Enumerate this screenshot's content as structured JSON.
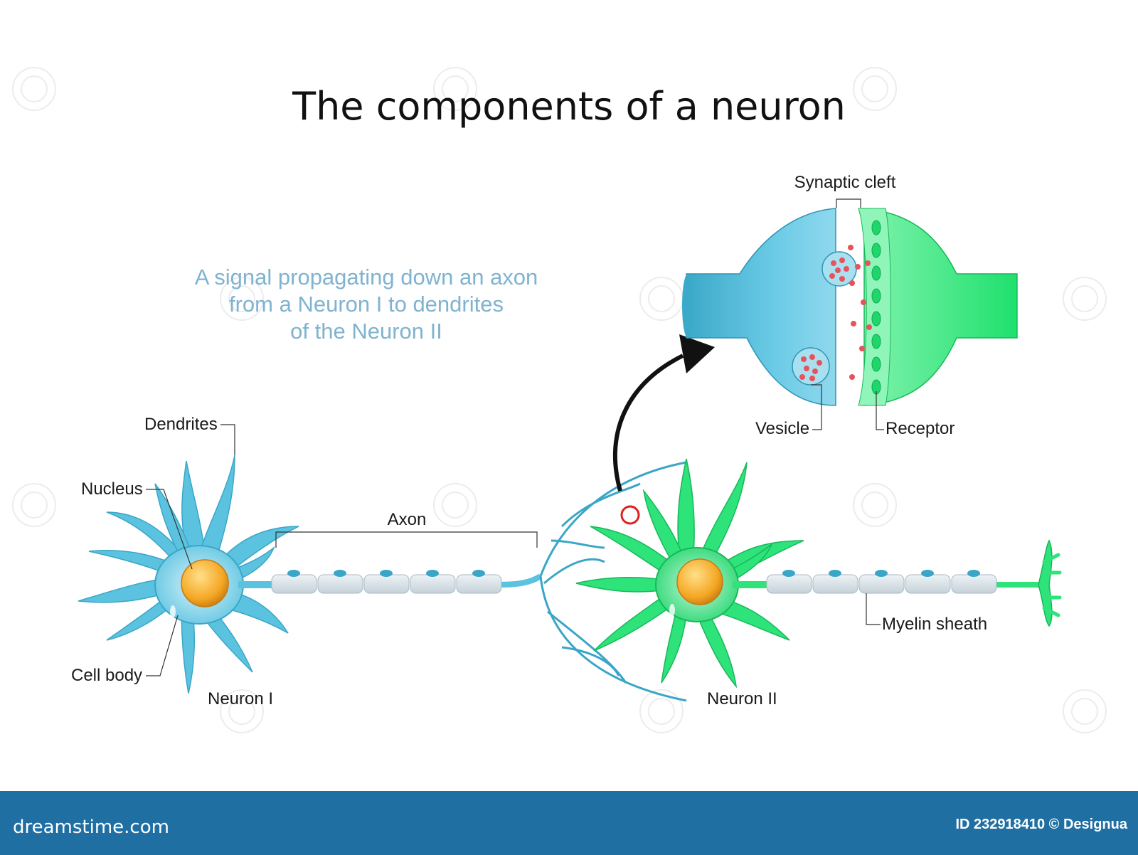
{
  "title": "The components of a neuron",
  "subtitle": {
    "line1": "A signal propagating down an axon",
    "line2": "from a Neuron I to dendrites",
    "line3": "of the Neuron II"
  },
  "labels": {
    "dendrites": "Dendrites",
    "nucleus": "Nucleus",
    "cell_body": "Cell body",
    "neuron_1": "Neuron I",
    "axon": "Axon",
    "neuron_2": "Neuron II",
    "myelin_sheath": "Myelin sheath",
    "synaptic_cleft": "Synaptic cleft",
    "vesicle": "Vesicle",
    "receptor": "Receptor"
  },
  "footer": {
    "brand": "dreamstime.com",
    "credit": "ID 232918410 © Designua"
  },
  "colors": {
    "neuron_1": "#5bc3e0",
    "neuron_2": "#2ee37a",
    "nucleus": "#f5a623",
    "myelin": "#d9e3e8",
    "footer_bg": "#1f6fa3",
    "highlight_ring": "#e02020"
  }
}
